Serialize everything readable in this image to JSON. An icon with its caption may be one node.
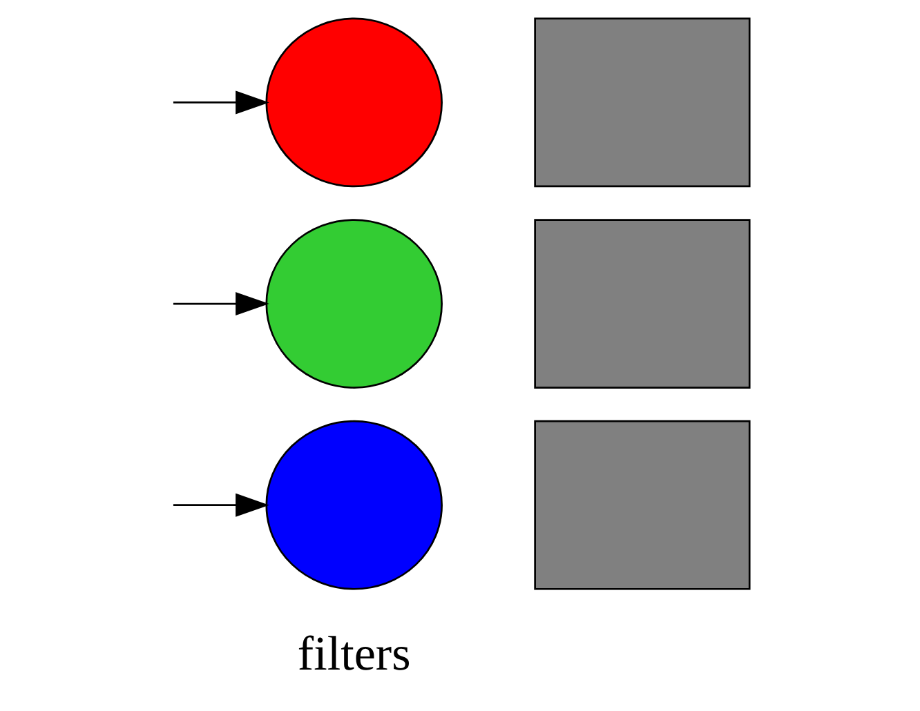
{
  "diagram": {
    "nodes": [
      {
        "text": [],
        "shape": "circle"
      },
      {
        "text": [],
        "shape": "circle"
      },
      {
        "text": [],
        "shape": "circle"
      },
      {
        "text": [],
        "shape": "box"
      },
      {
        "text": [],
        "shape": "box"
      },
      {
        "text": [],
        "shape": "box"
      }
    ],
    "edges": [
      {
        "from": null,
        "to": 0,
        "arrow": "to"
      },
      {
        "from": null,
        "to": 1,
        "arrow": "to"
      },
      {
        "from": null,
        "to": 2,
        "arrow": "to"
      }
    ],
    "labels": [
      "filters"
    ]
  }
}
